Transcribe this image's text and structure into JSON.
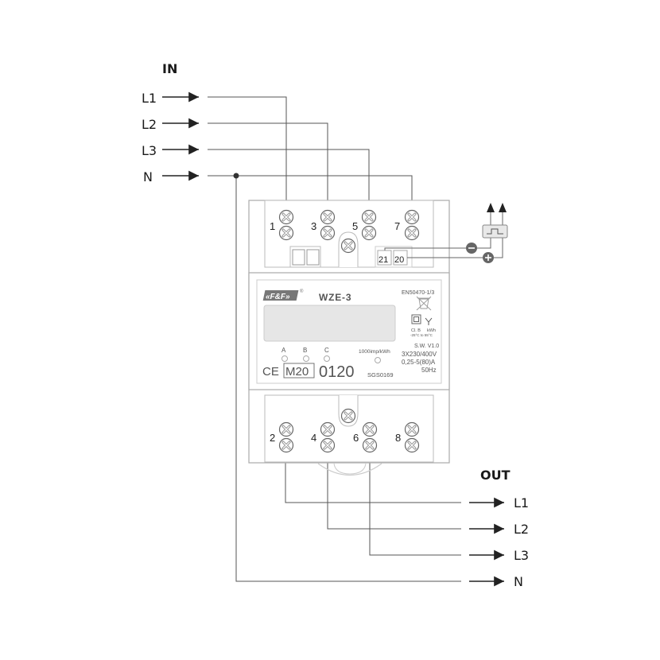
{
  "input": {
    "heading": "IN",
    "lines": [
      "L1",
      "L2",
      "L3",
      "N"
    ]
  },
  "output": {
    "heading": "OUT",
    "lines": [
      "L1",
      "L2",
      "L3",
      "N"
    ]
  },
  "device": {
    "brand": "«F&F»",
    "registered_mark": "®",
    "model": "WZE-3",
    "standard": "EN50470-1/3",
    "accuracy_class": "Cl. B",
    "unit": "kWh",
    "temp_range": "-25°C to 55°C",
    "software": "S.W. V1.0",
    "voltage": "3X230/400V",
    "current": "0,25-5(80)A",
    "frequency": "50Hz",
    "impulse_rate": "1000imp/kWh",
    "phase_leds": [
      "A",
      "B",
      "C"
    ],
    "ce_mark": "CE",
    "metrology_mark": "M20",
    "notified_body": "0120",
    "certificate": "SGS0169",
    "top_terminals": [
      "1",
      "3",
      "5",
      "7"
    ],
    "bottom_terminals": [
      "2",
      "4",
      "6",
      "8"
    ],
    "pulse_terminals": [
      "21",
      "20"
    ],
    "pulse_polarity": [
      "−",
      "+"
    ]
  }
}
